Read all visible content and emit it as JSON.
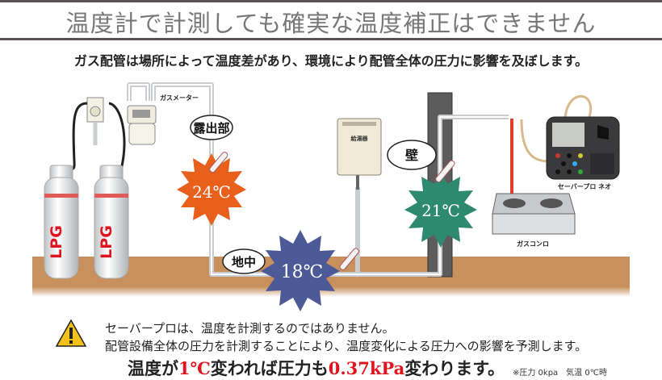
{
  "header": {
    "title": "温度計で計測しても確実な温度補正はできません",
    "subtitle": "ガス配管は場所によって温度差があり、環境により配管全体の圧力に影響を及ぼします。"
  },
  "diagram": {
    "cylinder_label": "LPG",
    "gas_meter_label": "ガスメーター",
    "water_heater_label": "給湯器",
    "device_label": "セーバープロ ネオ",
    "stove_label": "ガスコンロ",
    "zones": [
      {
        "name": "露出部",
        "temperature": "24℃",
        "color": "#e8601c"
      },
      {
        "name": "地中",
        "temperature": "18℃",
        "color": "#4d5a98"
      },
      {
        "name": "壁",
        "temperature": "21℃",
        "color": "#2e8a6e"
      }
    ],
    "colors": {
      "ground": "#c8905c",
      "pipe": "#d8dcdf",
      "wall": "#5c5c5c",
      "hose_red": "#e0402a"
    }
  },
  "notes": {
    "line1": "セーバープロは、温度を計測するのではありません。",
    "line2": "配管設備全体の圧力を計測することにより、温度変化による圧力への影響を予測します。",
    "emphasis": {
      "part1": "温度が",
      "value1": "1℃",
      "part2": "変われば圧力も",
      "value2": "0.37kPa",
      "part3": "変わります。"
    },
    "footnote": "※圧力 0kpa　気温 0℃時"
  },
  "icons": {
    "warning": "warning-triangle-icon"
  }
}
